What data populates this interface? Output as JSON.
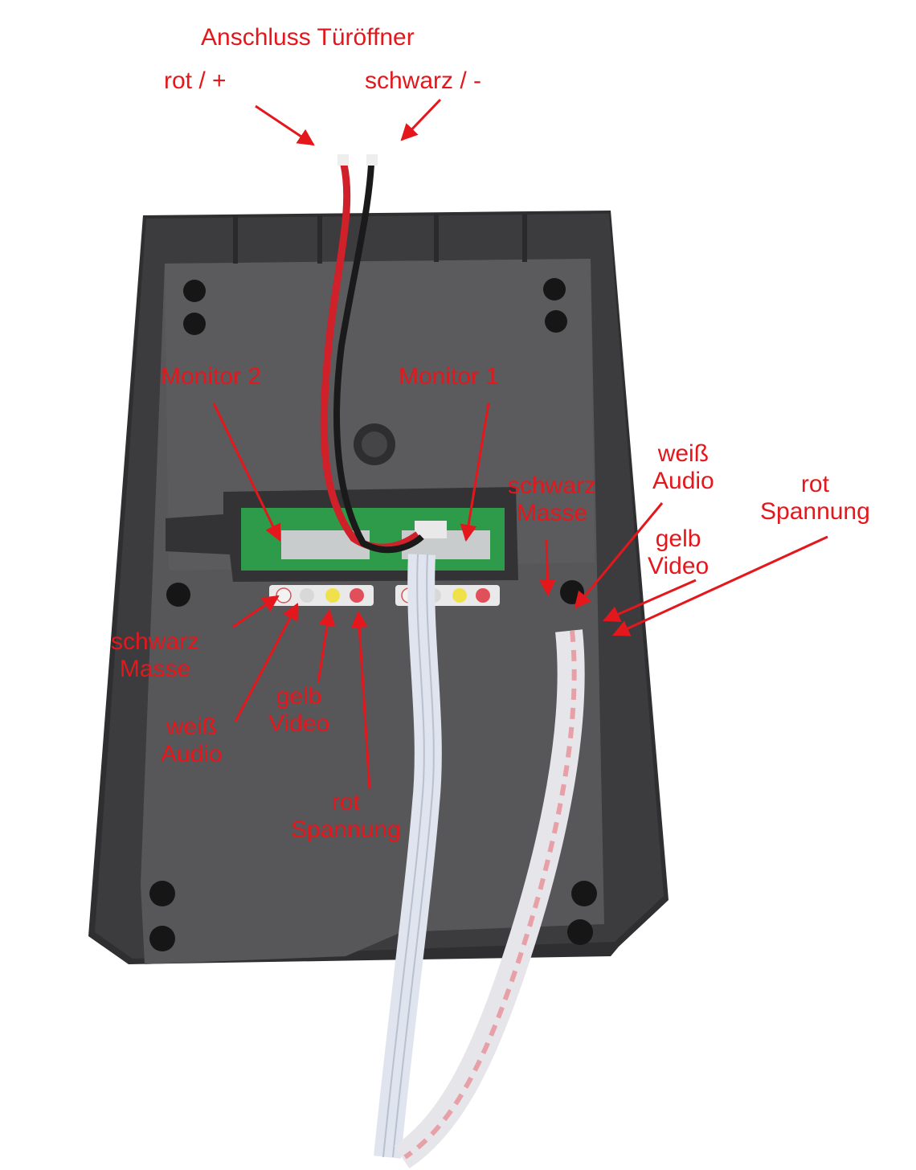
{
  "colors": {
    "annotation": "#e4171c",
    "housing": "#3c3c3e",
    "housing_inner": "#57575a",
    "pcb": "#2e9b4a",
    "wire_red": "#d0202a",
    "wire_black": "#1a1a1a",
    "ribbon": "#dfe4ee",
    "ribbon_red": "#e8a0a8"
  },
  "labels": {
    "title": "Anschluss Türöffner",
    "door_red": "rot / +",
    "door_black": "schwarz / -",
    "monitor2": "Monitor 2",
    "monitor1": "Monitor 1",
    "m1": {
      "black_1": "schwarz",
      "black_2": "Masse",
      "white_1": "weiß",
      "white_2": "Audio",
      "yellow_1": "gelb",
      "yellow_2": "Video",
      "red_1": "rot",
      "red_2": "Spannung"
    },
    "m2": {
      "black_1": "schwarz",
      "black_2": "Masse",
      "white_1": "weiß",
      "white_2": "Audio",
      "yellow_1": "gelb",
      "yellow_2": "Video",
      "red_1": "rot",
      "red_2": "Spannung"
    }
  }
}
